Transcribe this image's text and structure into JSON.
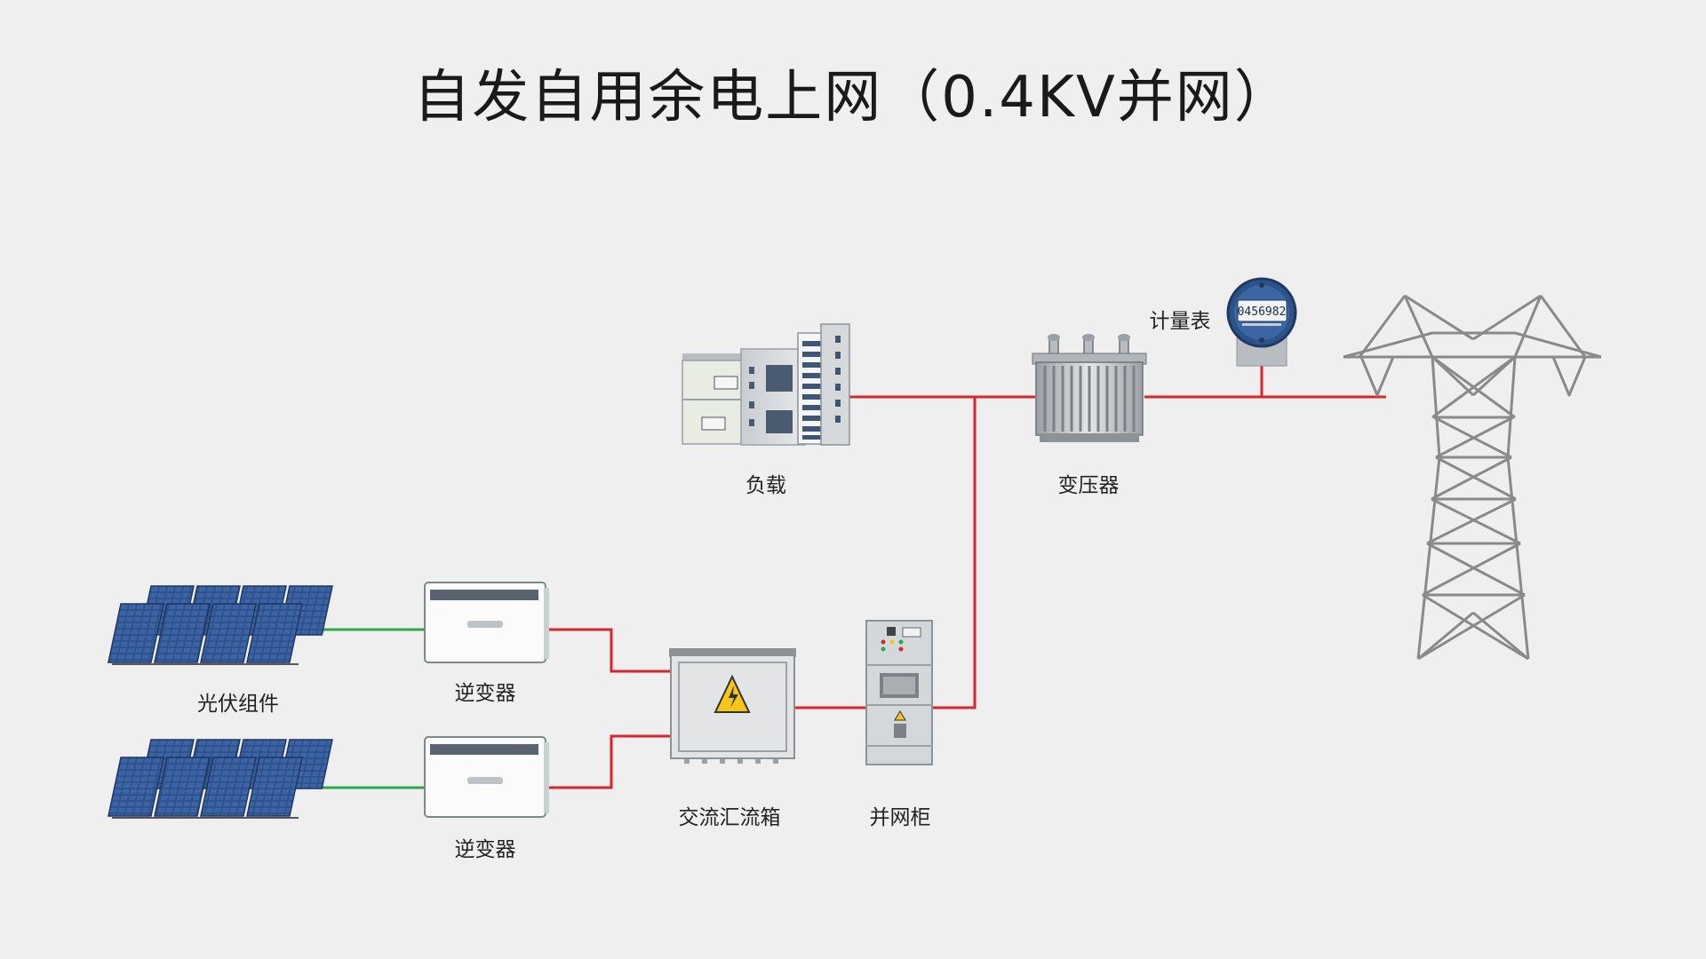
{
  "title": "自发自用余电上网（0.4KV并网）",
  "labels": {
    "pv": "光伏组件",
    "inverter": "逆变器",
    "combiner": "交流汇流箱",
    "grid_cabinet": "并网柜",
    "load": "负载",
    "transformer": "变压器",
    "meter": "计量表"
  },
  "meter_reading": "0456982",
  "colors": {
    "background": "#efefef",
    "ac_line": "#d9262c",
    "dc_line": "#2aa84a",
    "panel_blue": "#2f4f86",
    "tower_gray": "#8a8a8a"
  }
}
